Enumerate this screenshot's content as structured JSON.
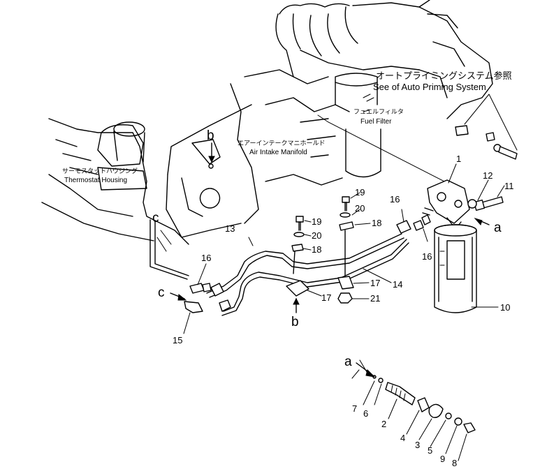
{
  "labels": {
    "auto_priming_jp": "オートプライミングシステム参照",
    "auto_priming_en": "See of Auto Priming System",
    "fuel_filter_jp": "フュエルフィルタ",
    "fuel_filter_en": "Fuel Filter",
    "air_intake_jp": "エアーインテークマニホールド",
    "air_intake_en": "Air Intake Manifold",
    "thermostat_jp": "サーモスタットハウジング",
    "thermostat_en": "Thermostat Housing"
  },
  "letters": {
    "a": "a",
    "b": "b",
    "c": "c"
  },
  "parts": [
    "1",
    "2",
    "3",
    "4",
    "5",
    "6",
    "7",
    "8",
    "9",
    "10",
    "11",
    "12",
    "13",
    "14",
    "15",
    "16",
    "17",
    "18",
    "19",
    "20",
    "21"
  ]
}
